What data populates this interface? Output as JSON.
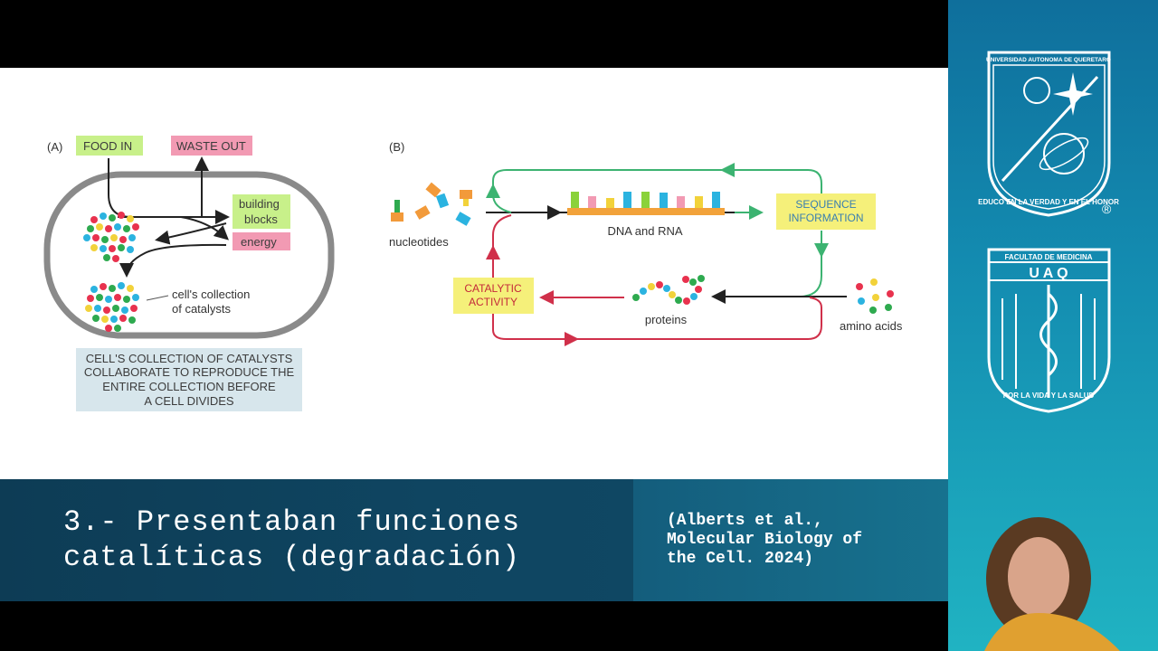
{
  "panel_a": {
    "label": "(A)",
    "food_in": "FOOD IN",
    "waste_out": "WASTE OUT",
    "building_blocks_line1": "building",
    "building_blocks_line2": "blocks",
    "energy": "energy",
    "catalysts_line1": "cell's collection",
    "catalysts_line2": "of catalysts",
    "caption_lines": [
      "CELL'S COLLECTION OF CATALYSTS",
      "COLLABORATE TO REPRODUCE THE",
      "ENTIRE COLLECTION BEFORE",
      "A CELL DIVIDES"
    ]
  },
  "panel_b": {
    "label": "(B)",
    "nucleotides": "nucleotides",
    "dna_rna": "DNA and RNA",
    "sequence_line1": "SEQUENCE",
    "sequence_line2": "INFORMATION",
    "catalytic_line1": "CATALYTIC",
    "catalytic_line2": "ACTIVITY",
    "proteins": "proteins",
    "amino_acids": "amino acids"
  },
  "caption": {
    "main": "3.- Presentaban funciones\ncatalíticas (degradación)",
    "reference": "(Alberts et al.,\nMolecular Biology of\nthe Cell. 2024)"
  },
  "logos": {
    "university_name": "UNIVERSIDAD AUTONOMA DE QUERETARO",
    "university_motto": "EDUCO EN LA VERDAD Y EN EL HONOR",
    "faculty_name": "FACULTAD DE MEDICINA",
    "faculty_abbrev": "U A Q",
    "faculty_motto": "POR LA VIDA Y LA SALUD"
  },
  "colors": {
    "green_arrow": "#3cb371",
    "red_arrow": "#d0304a",
    "yellow_box": "#f5f07a",
    "green_box": "#c8f08a",
    "pink_box": "#f29ab3",
    "caption_box": "#d7e6ec"
  }
}
